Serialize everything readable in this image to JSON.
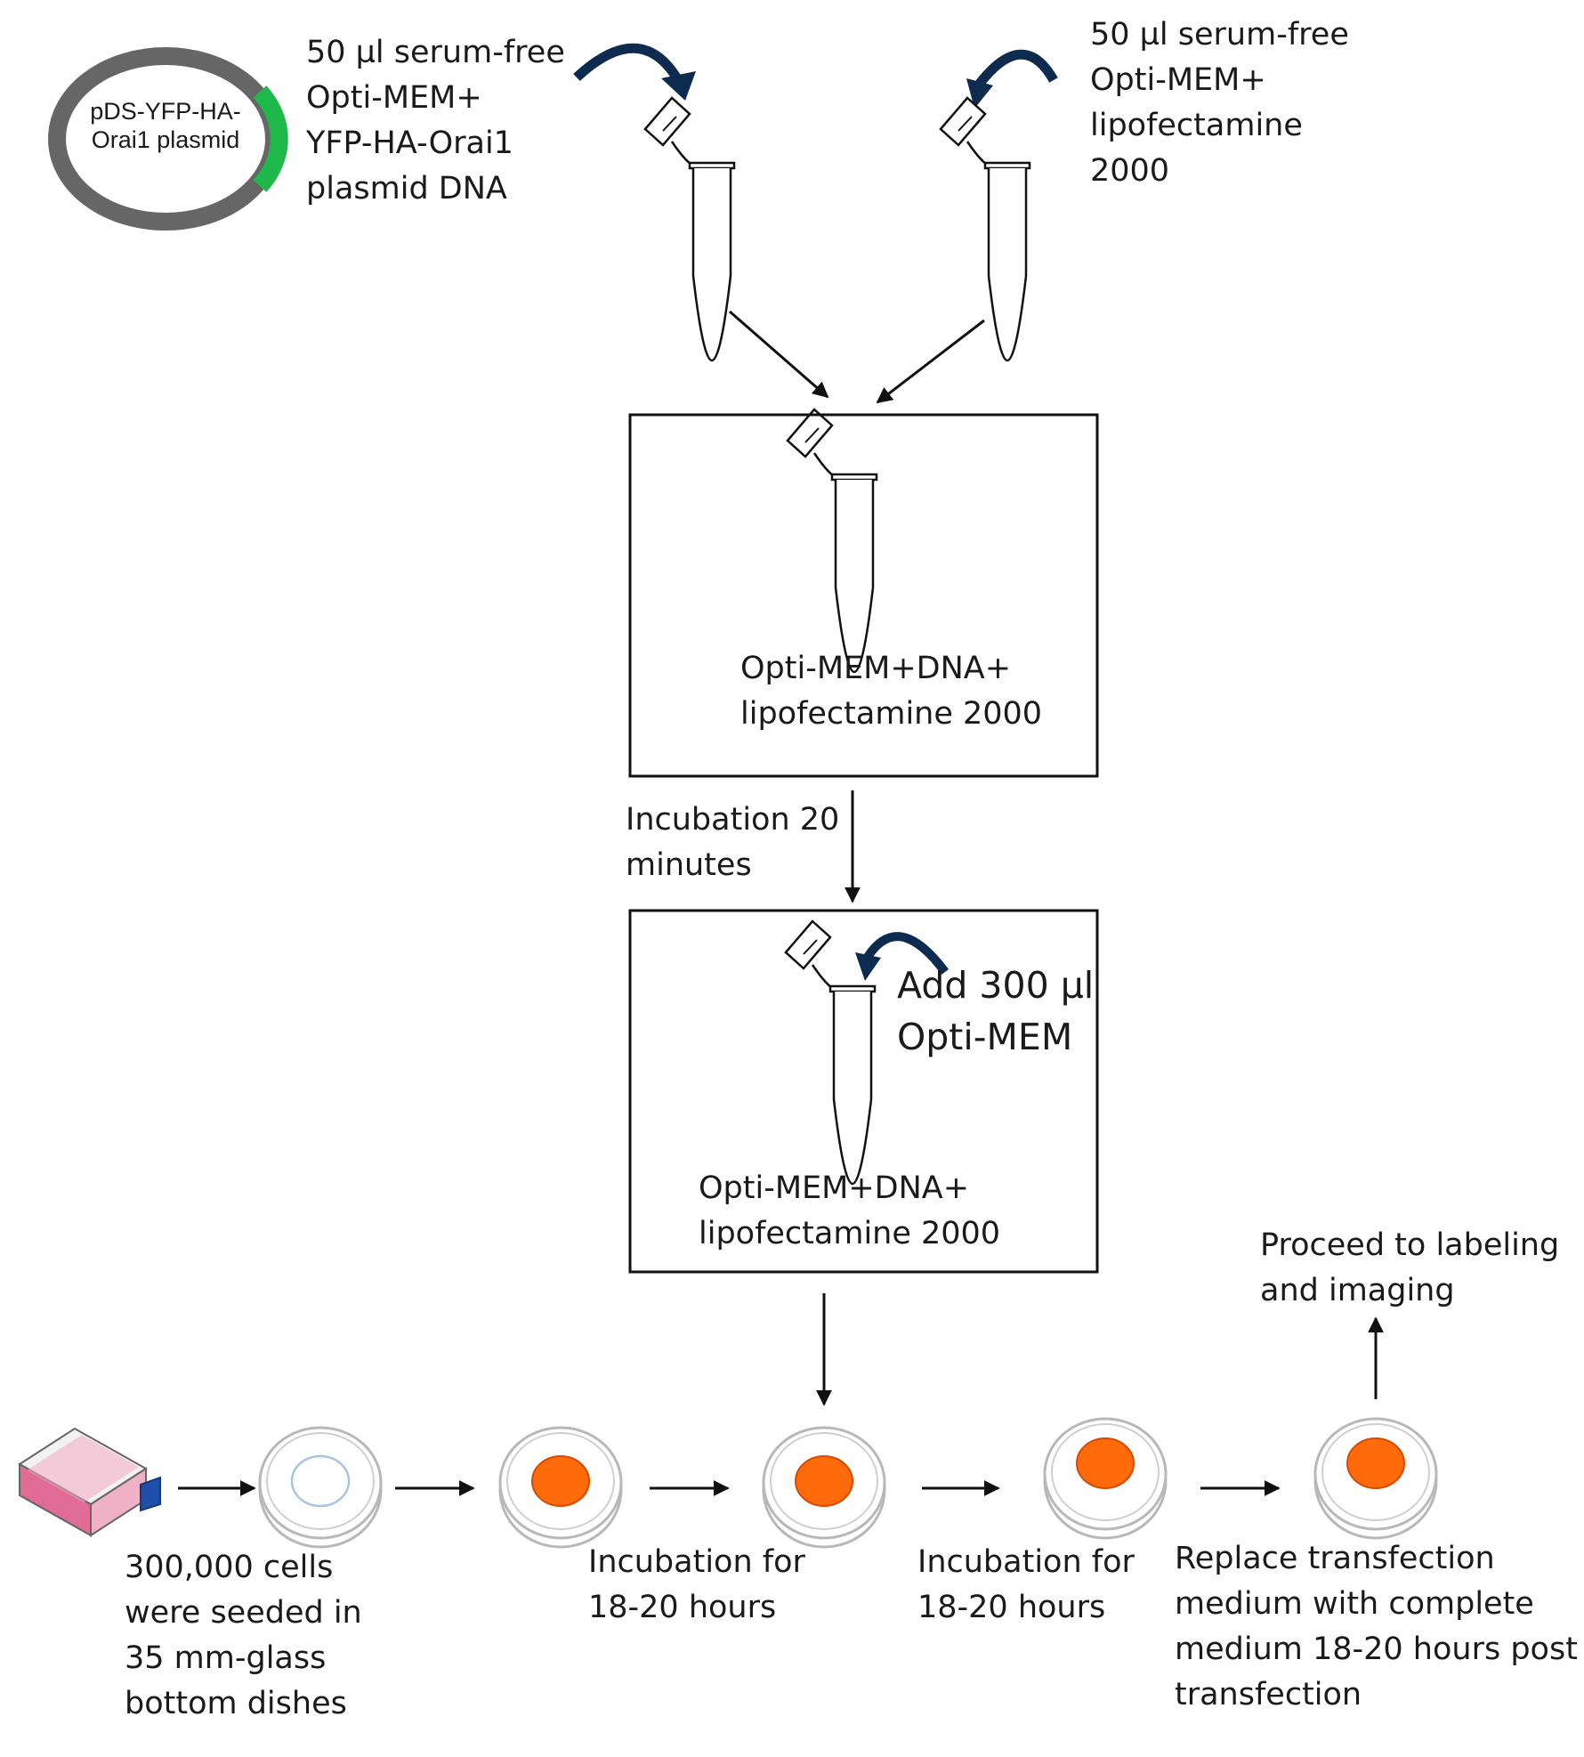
{
  "colors": {
    "plasmid_ring": "#666666",
    "plasmid_insert": "#1fb84a",
    "curved_arrow": "#0d2a4f",
    "flow_arrow": "#111111",
    "box_border": "#111111",
    "cell_layer": "#ff6a0a",
    "cell_layer_border": "#d84a00",
    "dish_outline": "#b8b8b8",
    "seeded_ring": "#a9c4e0",
    "flask_medium": "#e06c95",
    "flask_cap": "#1f4fa8"
  },
  "icons": [
    "plasmid-icon",
    "curved-arrow-icon",
    "tube-icon",
    "culture-flask-icon",
    "petri-dish-icon",
    "arrow-icon"
  ],
  "plasmid": {
    "label": "pDS-YFP-HA-\nOrai1 plasmid"
  },
  "steps": {
    "dna_mix": "50 µl serum-free\nOpti-MEM+\nYFP-HA-Orai1\nplasmid DNA",
    "lipo_mix": "50 µl serum-free\nOpti-MEM+\nlipofectamine\n2000",
    "combined": "Opti-MEM+DNA+\nlipofectamine 2000",
    "incubation_20": "Incubation 20\nminutes",
    "add_medium": "Add  300 µl\nOpti-MEM",
    "diluted": "Opti-MEM+DNA+\nlipofectamine 2000",
    "seed": "300,000 cells\nwere seeded in\n35 mm-glass\nbottom dishes",
    "incubate_a": "Incubation for\n18-20 hours",
    "incubate_b": "Incubation for\n18-20 hours",
    "replace": "Replace transfection\nmedium with complete\nmedium 18-20 hours post\ntransfection",
    "proceed": "Proceed to labeling\nand imaging"
  }
}
